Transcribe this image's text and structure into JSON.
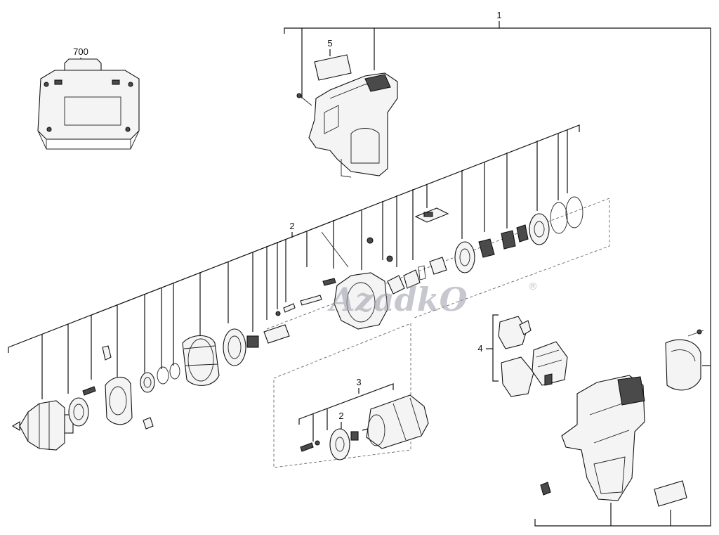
{
  "labels": {
    "case": "700",
    "housing_assembly": "1",
    "nameplate": "5",
    "gearbox_assembly": "2",
    "motor_assembly": "3",
    "motor_subpart": "2",
    "switch_assembly": "4"
  },
  "watermark": {
    "text": "AzadkO",
    "registered_mark": "®"
  }
}
